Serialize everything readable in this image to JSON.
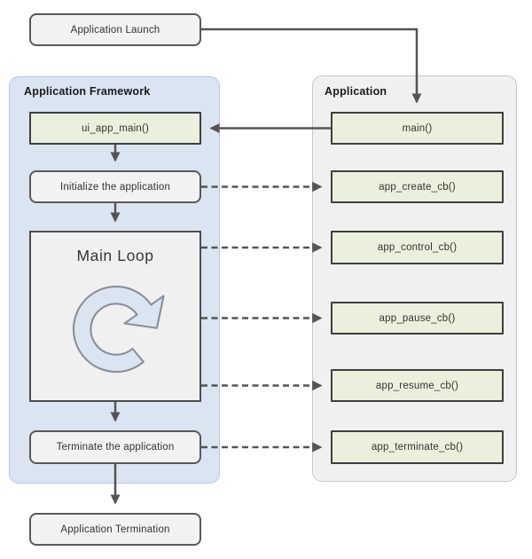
{
  "launch": {
    "label": "Application Launch"
  },
  "termination": {
    "label": "Application Termination"
  },
  "framework": {
    "title": "Application Framework",
    "ui_app_main": "ui_app_main()",
    "initialize": "Initialize the application",
    "main_loop": "Main Loop",
    "terminate": "Terminate the application"
  },
  "application": {
    "title": "Application",
    "main": "main()",
    "callbacks": [
      "app_create_cb()",
      "app_control_cb()",
      "app_pause_cb()",
      "app_resume_cb()",
      "app_terminate_cb()"
    ]
  },
  "colors": {
    "framework_panel_fill": "#dbe5f1",
    "application_panel_fill": "#f0f0f0",
    "callback_box_fill": "#ebf0dd",
    "step_box_fill": "#f2f2f2",
    "arrow": "#545454",
    "loop_icon_fill": "#dbe5f1"
  }
}
